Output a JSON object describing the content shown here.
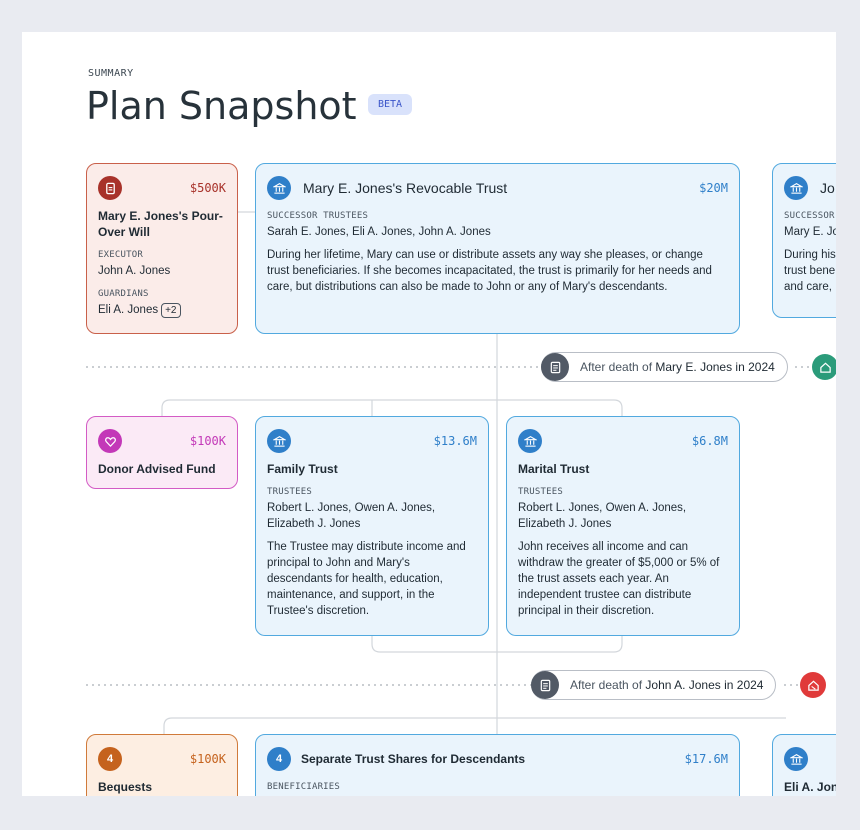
{
  "header": {
    "eyebrow": "SUMMARY",
    "title": "Plan Snapshot",
    "badge": "BETA"
  },
  "colors": {
    "will": "#c9604a",
    "trust": "#52a9df",
    "fund": "#d35bc5",
    "bequest": "#d07a3a",
    "event_green": "#2b9b7a",
    "event_red": "#e03a3a"
  },
  "row1": {
    "will": {
      "amount": "$500K",
      "name": "Mary E. Jones's Pour-Over Will",
      "executor_label": "EXECUTOR",
      "executor": "John A. Jones",
      "guardians_label": "GUARDIANS",
      "guardians": "Eli A. Jones",
      "guardians_more": "+2",
      "icon": "document-icon"
    },
    "trust": {
      "name": "Mary E. Jones's Revocable Trust",
      "amount": "$20M",
      "trustees_label": "SUCCESSOR TRUSTEES",
      "trustees": "Sarah E. Jones, Eli A. Jones, John A. Jones",
      "description": "During her lifetime, Mary can use or distribute assets any way she pleases, or change trust beneficiaries. If she becomes incapacitated, the trust is primarily for her needs and care, but distributions can also be made to John or any of Mary's descendants.",
      "icon": "bank-icon"
    },
    "partial": {
      "name": "Jo",
      "trustees_label": "SUCCESSOR",
      "trustees": "Mary E. Jo",
      "description": "During his trust bene and care,"
    }
  },
  "event1": {
    "prefix": "After death of ",
    "person": "Mary E. Jones",
    "suffix": " in 2024"
  },
  "row2": {
    "fund": {
      "amount": "$100K",
      "name": "Donor Advised Fund",
      "icon": "heart-gift-icon"
    },
    "family": {
      "amount": "$13.6M",
      "name": "Family Trust",
      "trustees_label": "TRUSTEES",
      "trustees": "Robert L. Jones, Owen A. Jones, Elizabeth J. Jones",
      "description": "The Trustee may distribute income and principal to John and Mary's descendants for health, education, maintenance, and support, in the Trustee's discretion."
    },
    "marital": {
      "amount": "$6.8M",
      "name": "Marital Trust",
      "trustees_label": "TRUSTEES",
      "trustees": "Robert L. Jones, Owen A. Jones, Elizabeth J. Jones",
      "description": "John receives all income and can withdraw the greater of $5,000 or 5% of the trust assets each year. An independent trustee can distribute principal in their discretion."
    }
  },
  "event2": {
    "prefix": "After death of ",
    "person": "John A. Jones",
    "suffix": " in 2024"
  },
  "row3": {
    "bequests": {
      "count": "4",
      "amount": "$100K",
      "name": "Bequests"
    },
    "shares": {
      "count": "4",
      "name": "Separate Trust Shares for Descendants",
      "amount": "$17.6M",
      "beneficiaries_label": "BENEFICIARIES"
    },
    "partial": {
      "name": "Eli A. Jone"
    }
  }
}
